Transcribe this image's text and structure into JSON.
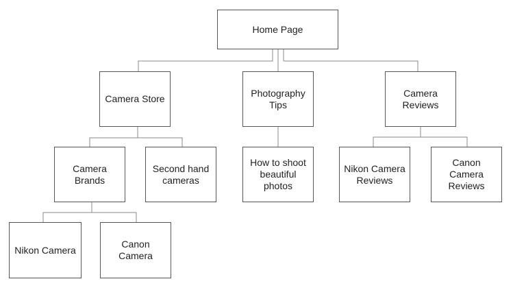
{
  "nodes": {
    "home": "Home Page",
    "camera_store": "Camera Store",
    "photography_tips": "Photography\nTips",
    "camera_reviews": "Camera\nReviews",
    "camera_brands": "Camera\nBrands",
    "second_hand": "Second hand\ncameras",
    "how_to_shoot": "How to shoot\nbeautiful\nphotos",
    "nikon_reviews": "Nikon Camera\nReviews",
    "canon_reviews": "Canon\nCamera\nReviews",
    "nikon_camera": "Nikon Camera",
    "canon_camera": "Canon\nCamera"
  }
}
